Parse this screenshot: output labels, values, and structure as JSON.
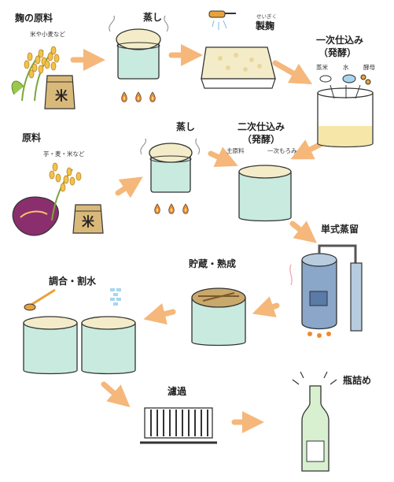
{
  "steps": {
    "koji_ingredients": {
      "title": "麹の原料",
      "sub": "米や小麦など"
    },
    "steam1": {
      "title": "蒸し"
    },
    "seikiku": {
      "ruby": "せいぎく",
      "title": "製麹"
    },
    "primary": {
      "title": "一次仕込み",
      "paren": "（発酵）",
      "items": [
        "蒸米",
        "水",
        "酵母"
      ]
    },
    "ingredients": {
      "title": "原料",
      "sub": "芋・麦・米など"
    },
    "steam2": {
      "title": "蒸し"
    },
    "secondary": {
      "title": "二次仕込み",
      "paren": "（発酵）",
      "items": [
        "主原料",
        "一次もろみ"
      ]
    },
    "distill": {
      "title": "単式蒸留"
    },
    "storage": {
      "title": "貯蔵・熟成"
    },
    "blend": {
      "title": "調合・割水"
    },
    "filter": {
      "title": "濾過"
    },
    "bottling": {
      "title": "瓶詰め"
    }
  },
  "bag_text": "米",
  "colors": {
    "arrow": "#f5b77a",
    "tank": "#c8eadf",
    "koji": "#f4ecc8",
    "flame": "#f08a2a",
    "steam_blue": "#a7d6f0",
    "bottle": "#d8f0d0",
    "still": "#8aa6c8",
    "lid": "#c9a86b"
  }
}
